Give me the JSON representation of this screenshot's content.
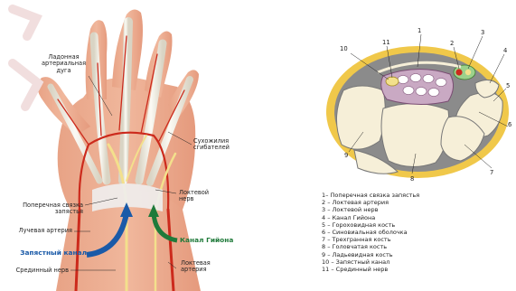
{
  "hand_labels": {
    "palmar_arch": "Ладонная\nартериальная\nдуга",
    "flexor_tendons": "Сухожилия\nсгибателей",
    "transverse_ligament": "Поперечная связка\nзапястья",
    "ulnar_nerve": "Локтевой\nнерв",
    "radial_artery": "Лучевая артерия",
    "carpal_tunnel": "Запястный канал",
    "guyon_canal": "Канал Гийона",
    "median_nerve": "Срединный нерв",
    "ulnar_artery": "Локтевая\nартерия"
  },
  "section_numbers": [
    "1",
    "2",
    "3",
    "4",
    "5",
    "6",
    "7",
    "8",
    "9",
    "10",
    "11"
  ],
  "legend": [
    "1– Поперечная связка запястья",
    "2 – Локтевая артерия",
    "3 – Локтевой нерв",
    "4 – Канал Гийона",
    "5 – Гороховидная кость",
    "6 – Синовиальная оболочка",
    "7 – Трехгранная кость",
    "8 – Головчатая кость",
    "9 – Ладьевидная кость",
    "10 – Запястный канал",
    "11 – Срединный нерв"
  ],
  "colors": {
    "skin": "#e9a98a",
    "tendon": "#f1efe4",
    "artery": "#cc2a1c",
    "nerve": "#f3e08c",
    "blue_arrow": "#1a5aa8",
    "green_arrow": "#1f7a3a",
    "section_ring": "#f0c84a"
  }
}
